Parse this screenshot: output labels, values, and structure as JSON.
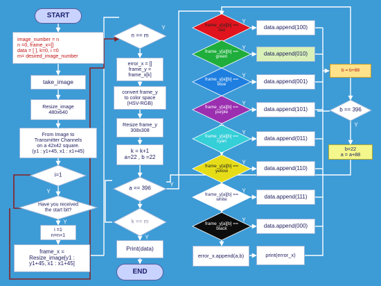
{
  "start": "START",
  "end": "END",
  "yes": "Y",
  "init": [
    "image_number = n",
    "n =0, frame_x=[]",
    "data = [ ], k=0, i =0",
    "m= desired_image_number"
  ],
  "take_image": "take_image",
  "resize": [
    "Resize_image",
    "480x640"
  ],
  "from_image": [
    "From Image to",
    "Transmitter Channels",
    "on a 42x42 square.",
    "(y1 : y1+45, x1 : x1+45)"
  ],
  "i_eq_1": "i=1",
  "start_bit": [
    "Have you received",
    "the start bit?"
  ],
  "i_assign": [
    "i =1",
    "n=n+1"
  ],
  "frame_x": [
    "frame_x =",
    "Resize_image[y1 :",
    "y1+45, x1 : x1+45]"
  ],
  "n_eq_m": "n == m",
  "error_init": [
    "error_x = []",
    "frame_y =",
    "frame_x[k]"
  ],
  "convert": [
    "convert frame_y",
    "to color space",
    "(HSV-RGB)"
  ],
  "resize2": [
    "Resize frame_y",
    "308x308"
  ],
  "k_inc": [
    "k = k+1",
    "a=22 , b =22"
  ],
  "a_eq": "a == 396",
  "k_eq_m": "k == m",
  "print_data": "Print(data)",
  "colors": [
    {
      "cond": [
        "frame_y[a][b] ==",
        "red"
      ],
      "color": "#e0141e",
      "text": "#222222",
      "append": "data.append(100)"
    },
    {
      "cond": [
        "frame_y[a][b] ==",
        "green"
      ],
      "color": "#1fae3c",
      "text": "#ffffff",
      "append": "data.append(010)"
    },
    {
      "cond": [
        "frame_y[a][b] ==",
        "blue"
      ],
      "color": "#1f7fe0",
      "text": "#ffffff",
      "append": "data.append(001)"
    },
    {
      "cond": [
        "frame_y[a][b] ==",
        "purple"
      ],
      "color": "#9b2fb0",
      "text": "#ffffff",
      "append": "data.append(101)"
    },
    {
      "cond": [
        "frame_y[a][b] ==",
        "cyan"
      ],
      "color": "#35cfd8",
      "text": "#ffffff",
      "append": "data.append(011)"
    },
    {
      "cond": [
        "frame_y[a][b] ==",
        "yellow"
      ],
      "color": "#e6dd18",
      "text": "#222222",
      "append": "data.append(110)"
    },
    {
      "cond": [
        "frame_y[a][b] ==",
        "white"
      ],
      "color": "#ffffff",
      "text": "#2a2a6a",
      "append": "data.append(111)"
    },
    {
      "cond": [
        "frame_y[a][b] ==",
        "black"
      ],
      "color": "#0d0d0d",
      "text": "#ffffff",
      "append": "data.append(000)"
    }
  ],
  "error_append": "error_x.append(a,b)",
  "print_error": "print(error_x)",
  "b_inc": "b = b+88",
  "b_eq": "b == 396",
  "b_reset": [
    "b=22",
    "a = a+88"
  ],
  "palette": {
    "bg": "#3d9bd6",
    "line": "#ffffff",
    "feedback": "#8a2020",
    "node_text": "#1a1a5c"
  }
}
